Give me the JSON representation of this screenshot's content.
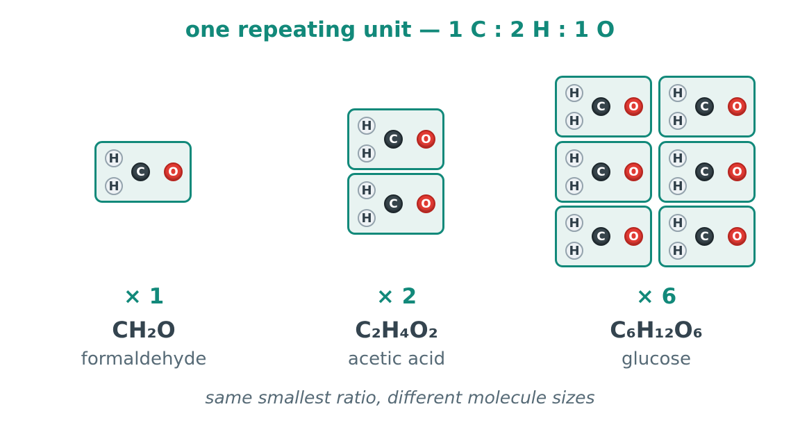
{
  "title": "one repeating unit — 1 C : 2 H : 1 O",
  "atom_labels": {
    "hydrogen": "H",
    "carbon": "C",
    "oxygen": "O"
  },
  "colors": {
    "accent": "#12897a",
    "unit_fill": "#e8f3f1",
    "carbon": "#37444b",
    "oxygen": "#e03a33",
    "hydrogen": "#eef2f5",
    "text_dark": "#34444f",
    "text_muted": "#566a76"
  },
  "molecules": [
    {
      "multiplier": "× 1",
      "formula": "CH₂O",
      "name": "formaldehyde",
      "unit_count": 1
    },
    {
      "multiplier": "× 2",
      "formula": "C₂H₄O₂",
      "name": "acetic acid",
      "unit_count": 2
    },
    {
      "multiplier": "× 6",
      "formula": "C₆H₁₂O₆",
      "name": "glucose",
      "unit_count": 6
    }
  ],
  "footer": "same smallest ratio, different molecule sizes"
}
